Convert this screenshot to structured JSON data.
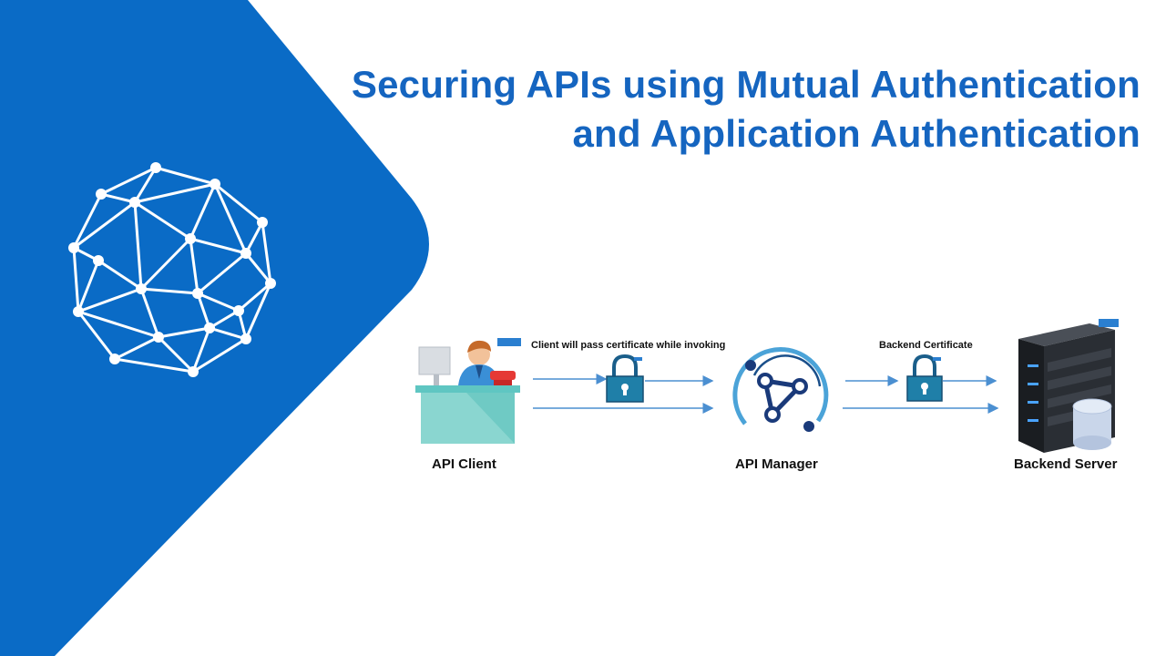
{
  "title": {
    "line1": "Securing APIs using Mutual Authentication",
    "line2": "and Application Authentication"
  },
  "colors": {
    "brand_blue": "#0a6bc6",
    "title_blue": "#1565c0",
    "arrow_blue": "#4b8fd1",
    "lock_teal": "#1a5e8a"
  },
  "diagram": {
    "nodes": [
      {
        "id": "client",
        "label": "API Client",
        "icon": "person-at-desk-icon"
      },
      {
        "id": "manager",
        "label": "API Manager",
        "icon": "api-manager-logo-icon"
      },
      {
        "id": "backend",
        "label": "Backend Server",
        "icon": "server-database-icon"
      }
    ],
    "edges": [
      {
        "from": "client",
        "to": "manager",
        "label": "Client will pass certificate while invoking",
        "icon": "padlock-icon"
      },
      {
        "from": "manager",
        "to": "backend",
        "label": "Backend Certificate",
        "icon": "padlock-icon"
      }
    ]
  }
}
